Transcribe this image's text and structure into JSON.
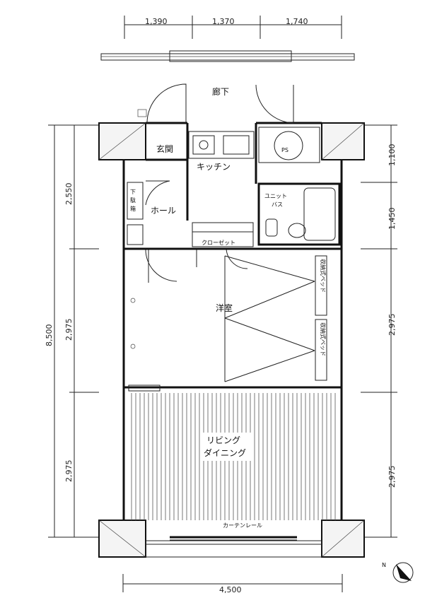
{
  "dimensions": {
    "top": [
      "1,390",
      "1,370",
      "1,740"
    ],
    "left_total": "8,500",
    "left": [
      "2,550",
      "2,975",
      "2,975"
    ],
    "right": [
      "1,100",
      "1,450",
      "2,975",
      "2,975"
    ],
    "bottom": "4,500"
  },
  "rooms": {
    "corridor": "廊下",
    "entrance": "玄関",
    "kitchen": "キッチン",
    "ps": "PS",
    "shoe_box_1": "下",
    "shoe_box_2": "駄",
    "shoe_box_3": "箱",
    "hall": "ホール",
    "closet": "クローゼット",
    "unit_bath_1": "ユニット",
    "unit_bath_2": "バス",
    "western_room": "洋室",
    "storage_bed_1": "収納式ベッド",
    "storage_bed_2": "収納式ベッド",
    "living_1": "リビング",
    "living_2": "ダイニング",
    "curtain_rail": "カーテンレール"
  },
  "compass": "N"
}
